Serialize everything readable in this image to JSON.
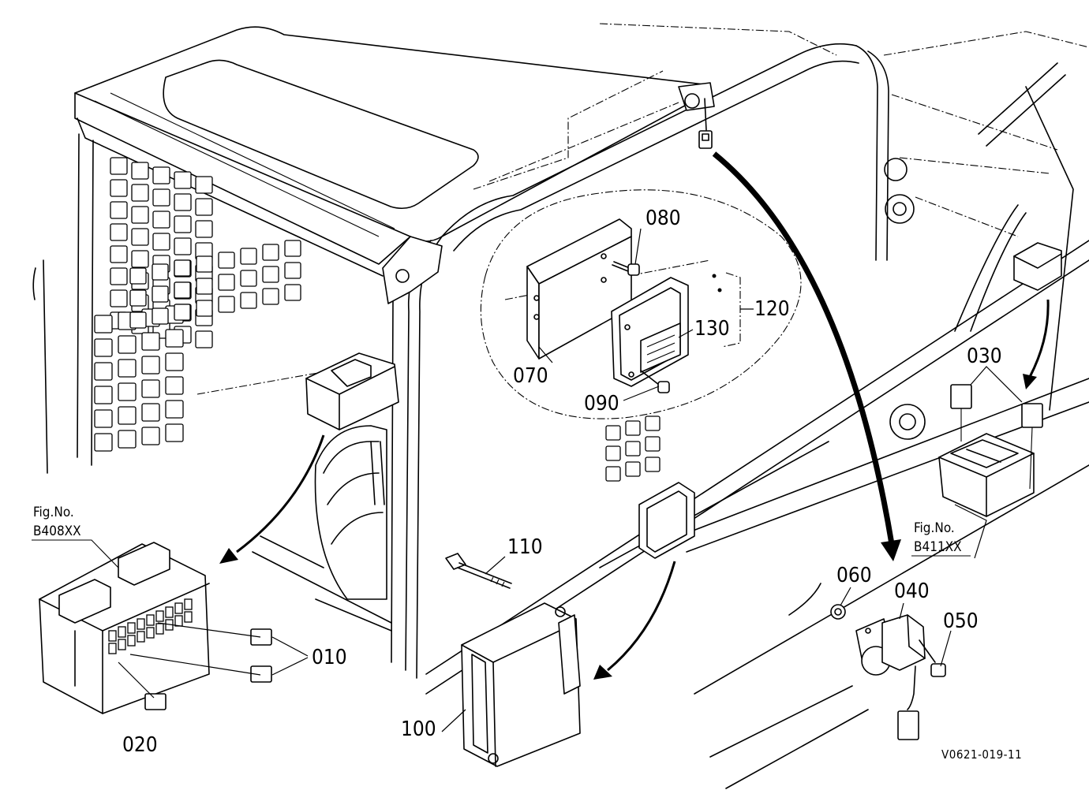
{
  "parts": {
    "p010": "010",
    "p020": "020",
    "p030": "030",
    "p040": "040",
    "p050": "050",
    "p060": "060",
    "p070": "070",
    "p080": "080",
    "p090": "090",
    "p100": "100",
    "p110": "110",
    "p120": "120",
    "p130": "130"
  },
  "figure_refs": {
    "left": {
      "label": "Fig.No.",
      "number": "B408XX"
    },
    "right": {
      "label": "Fig.No.",
      "number": "B411XX"
    }
  },
  "drawing_code": "V0621-019-11"
}
